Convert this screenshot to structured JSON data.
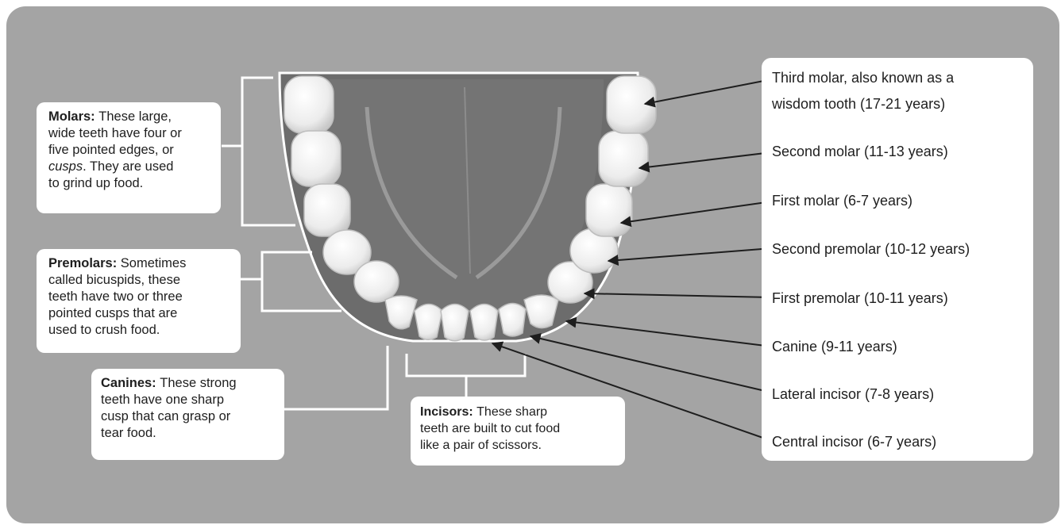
{
  "groups": {
    "molars": {
      "title": "Molars:",
      "line1": "These large,",
      "line2": "wide teeth have four or",
      "line3a": "five pointed edges, or",
      "line3b_italic": "cusps",
      "line3c": ". They are used",
      "line4": "to grind up food."
    },
    "premolars": {
      "title": "Premolars:",
      "line1": "Sometimes",
      "line2": "called bicuspids, these",
      "line3": "teeth have two or three",
      "line4": "pointed cusps that are",
      "line5": "used to crush food."
    },
    "canines": {
      "title": "Canines:",
      "line1": "These strong",
      "line2": "teeth have one sharp",
      "line3": "cusp that can grasp or",
      "line4": "tear food."
    },
    "incisors": {
      "title": "Incisors:",
      "line1": "These sharp",
      "line2": "teeth are built to cut food",
      "line3": "like a pair of scissors."
    }
  },
  "eruption_labels": {
    "third_molar_a": "Third molar, also known as a",
    "third_molar_b": "wisdom tooth (17-21 years)",
    "second_molar": "Second molar (11-13 years)",
    "first_molar": "First molar (6-7 years)",
    "second_premolar": "Second premolar (10-12 years)",
    "first_premolar": "First premolar (10-11 years)",
    "canine": "Canine (9-11 years)",
    "lateral_incisor": "Lateral incisor (7-8 years)",
    "central_incisor": "Central incisor (6-7 years)"
  },
  "colors": {
    "background": "#a4a4a4",
    "gum": "#6a6a6a",
    "tooth": "#f1f1f1",
    "label_box": "#ffffff",
    "arrow": "#1e1e1e",
    "text": "#1e1e1e"
  }
}
